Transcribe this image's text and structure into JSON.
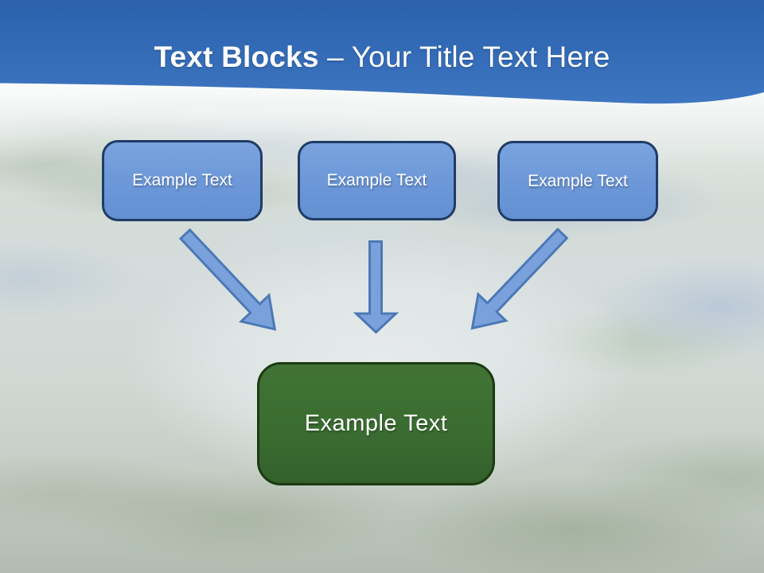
{
  "slide": {
    "title": {
      "emphasis": "Text Blocks",
      "dash": "–",
      "subtitle": "Your Title Text Here"
    },
    "source_boxes": [
      {
        "label": "Example Text"
      },
      {
        "label": "Example Text"
      },
      {
        "label": "Example Text"
      }
    ],
    "target_box": {
      "label": "Example Text"
    },
    "icons": {
      "arrow_left": "arrow-down-right",
      "arrow_middle": "arrow-down",
      "arrow_right": "arrow-down-left"
    },
    "colors": {
      "header_blue_top": "#2B61AB",
      "header_blue_bottom": "#3E76C1",
      "box_fill": "#6C97D8",
      "box_border": "#1F3C66",
      "arrow_fill": "#7BA1DC",
      "arrow_border": "#4B79B6",
      "target_fill": "#3A6C31",
      "target_border": "#1C3A12",
      "text_color": "#FFFFFF"
    }
  }
}
